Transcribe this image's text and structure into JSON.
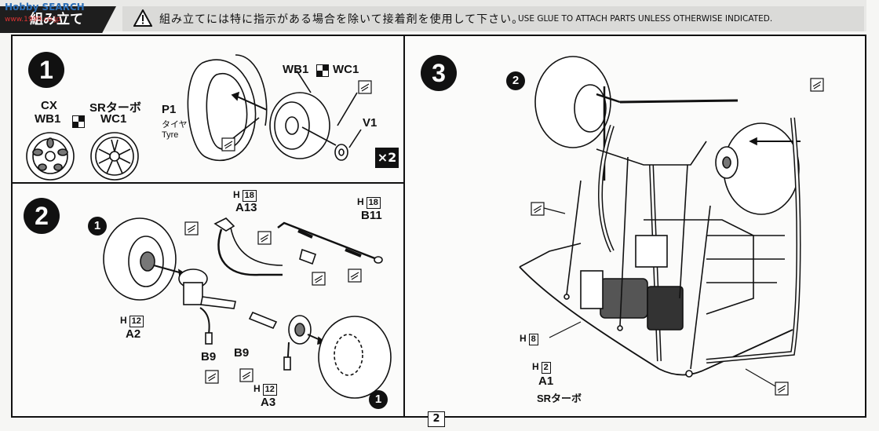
{
  "header": {
    "watermark": "Hobby SEARCH",
    "watermark_sub": "www.1999.co.jp",
    "tab_label": "組み立て",
    "warning_jp": "組み立てには特に指示がある場合を除いて接着剤を使用して下さい。",
    "warning_en": "USE GLUE TO ATTACH PARTS UNLESS OTHERWISE INDICATED."
  },
  "step1": {
    "number": "1",
    "wheel_cx_line1": "CX",
    "wheel_cx_line2": "WB1",
    "wheel_sr_line1": "SRターボ",
    "wheel_sr_line2": "WC1",
    "tire_part": "P1",
    "tire_jp": "タイヤ",
    "tire_en": "Tyre",
    "wheel_parts_a": "WB1",
    "wheel_parts_b": "WC1",
    "cap_part": "V1",
    "multiplier": "×2"
  },
  "step2": {
    "number": "2",
    "sub_ref_top": "1",
    "sub_ref_bottom": "1",
    "a13_h": "H",
    "a13_h_num": "18",
    "a13_label": "A13",
    "b11_h": "H",
    "b11_h_num": "18",
    "b11_label": "B11",
    "a2_h": "H",
    "a2_h_num": "12",
    "a2_label": "A2",
    "b9_left": "B9",
    "b9_right": "B9",
    "a3_h": "H",
    "a3_h_num": "12",
    "a3_label": "A3"
  },
  "step3": {
    "number": "3",
    "sub_ref": "2",
    "h8_h": "H",
    "h8_num": "8",
    "a1_h": "H",
    "a1_num": "2",
    "a1_label": "A1",
    "a1_variant": "SRターボ"
  },
  "page_number": "2"
}
